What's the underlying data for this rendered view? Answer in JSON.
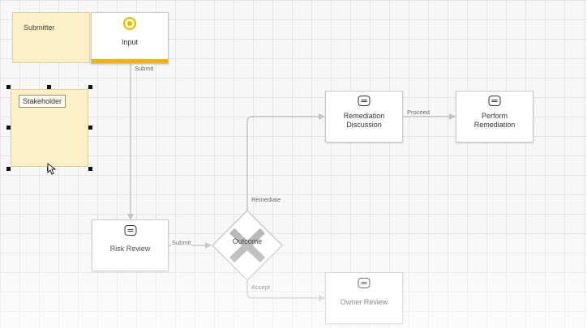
{
  "lanes": {
    "submitter": "Submitter",
    "stakeholder": "Stakeholder"
  },
  "nodes": {
    "input": {
      "label": "Input",
      "icon": "start-event-icon"
    },
    "risk_review": {
      "label": "Risk Review",
      "icon": "task-icon"
    },
    "outcome": {
      "label": "Outcome",
      "icon": "exclusive-gateway-x-icon"
    },
    "remediation_discussion": {
      "label_line1": "Remediation",
      "label_line2": "Discussion",
      "icon": "task-icon"
    },
    "perform_remediation": {
      "label_line1": "Perform",
      "label_line2": "Remediation",
      "icon": "task-icon"
    },
    "owner_review": {
      "label": "Owner Review",
      "icon": "task-icon"
    }
  },
  "edges": {
    "input_to_risk": "Submit",
    "risk_to_outcome": "Submit",
    "outcome_to_remediation": "Remediate",
    "outcome_to_owner": "Accept",
    "remediation_to_perform": "Proceed"
  },
  "colors": {
    "lane_fill": "#fdf0c9",
    "accent": "#f3b100",
    "connector": "#c4c4c4",
    "gateway_x": "#b5b5b5"
  }
}
